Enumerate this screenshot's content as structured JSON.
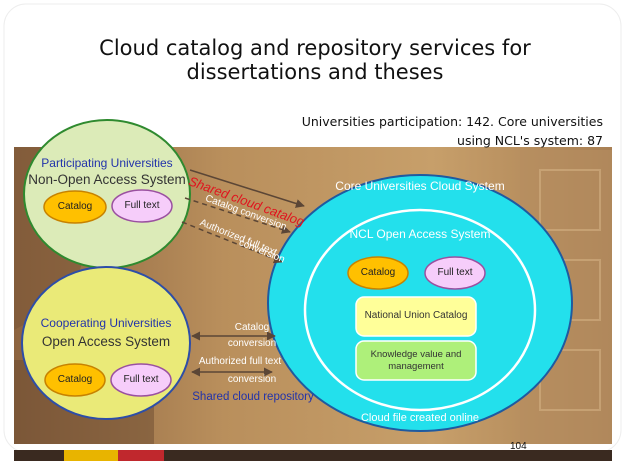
{
  "slide": {
    "title": "Cloud catalog and repository services for dissertations and theses",
    "participation_line1": "Universities participation: 142. Core universities",
    "participation_line2": "using NCL's system: 87",
    "slide_number": "104"
  },
  "participating": {
    "title": "Participating Universities",
    "system": "Non-Open Access System",
    "catalog": "Catalog",
    "fulltext": "Full text"
  },
  "cooperating": {
    "title": "Cooperating Universities",
    "system": "Open Access System",
    "catalog": "Catalog",
    "fulltext": "Full text"
  },
  "core": {
    "title": "Core Universities Cloud System",
    "ncl_title": "NCL Open Access System",
    "catalog": "Catalog",
    "fulltext": "Full text",
    "union_catalog": "National Union Catalog",
    "knowledge_line1": "Knowledge value and",
    "knowledge_line2": "management",
    "cloud_file": "Cloud file created online"
  },
  "flows": {
    "shared_catalog": "Shared cloud catalog",
    "catalog_conversion_upper": "Catalog conversion",
    "authorized_upper_line1": "Authorized full text",
    "authorized_upper_line2": "conversion",
    "catalog_lower_line1": "Catalog",
    "catalog_lower_line2": "conversion",
    "authorized_lower_line1": "Authorized full text",
    "authorized_lower_line2": "conversion",
    "shared_repository": "Shared cloud repository"
  },
  "colors": {
    "accent_red": "#c0282d",
    "accent_gold": "#e8b400",
    "participating_fill": "#dcebb8",
    "participating_border": "#2f8a2f",
    "cooperating_fill": "#eaea78",
    "cooperating_border": "#2d4ea8",
    "core_fill": "#23e0ec",
    "core_border": "#1f5aa0",
    "catalog_fill": "#ffc000",
    "fulltext_fill": "#f6cdfa",
    "label_blue": "#2233aa"
  }
}
